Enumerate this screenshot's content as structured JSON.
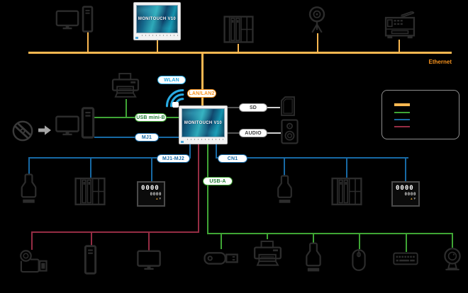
{
  "labels": {
    "ethernet": "Ethernet",
    "wlan": "WLAN",
    "lan": "LAN/LAN2",
    "usb_mini_b": "USB mini-B",
    "mj1": "MJ1",
    "mj1_mj2": "MJ1-MJ2",
    "cn1": "CN1",
    "usb_a": "USB-A",
    "sd": "SD",
    "audio": "AUDIO"
  },
  "hmi": {
    "title": "MONITOUCH V10"
  },
  "controller": {
    "main": "0000",
    "sub": "0000"
  },
  "colors": {
    "background": "#000000",
    "ethernet_line": "#FBB851",
    "ethernet_text": "#F7931E",
    "usb_green": "#3FA535",
    "serial_blue": "#1769A5",
    "video_maroon": "#962D44",
    "wlan_blue": "#29ABE2",
    "icon_gray": "#2C2C2C",
    "pill_background": "#FFFFFF"
  },
  "legend": {
    "line_colors": [
      "#FBB851",
      "#3FA535",
      "#1769A5",
      "#962D44"
    ]
  },
  "diagram": {
    "ethernet_bus_devices": [
      "desktop-pc",
      "monitouch-v10-panel",
      "plc-rack",
      "network-camera",
      "multifunction-printer"
    ],
    "wlan_devices": [
      "wifi-signal",
      "wireless-adapter"
    ],
    "usb_mini_b_devices": [
      "printer",
      "desktop-pc-with-software-disc"
    ],
    "mj1_devices": [
      "desktop-pc"
    ],
    "mj1_mj2_devices": [
      "barcode-scanner",
      "plc-rack",
      "digital-controller"
    ],
    "cn1_devices": [
      "barcode-scanner",
      "plc-rack",
      "digital-controller"
    ],
    "sd_devices": [
      "sd-card"
    ],
    "audio_devices": [
      "speaker"
    ],
    "video_devices": [
      "camcorder",
      "pc-tower",
      "display-monitor"
    ],
    "usb_a_devices": [
      "usb-flash-drive",
      "printer",
      "barcode-scanner",
      "mouse",
      "keyboard",
      "webcam"
    ]
  }
}
